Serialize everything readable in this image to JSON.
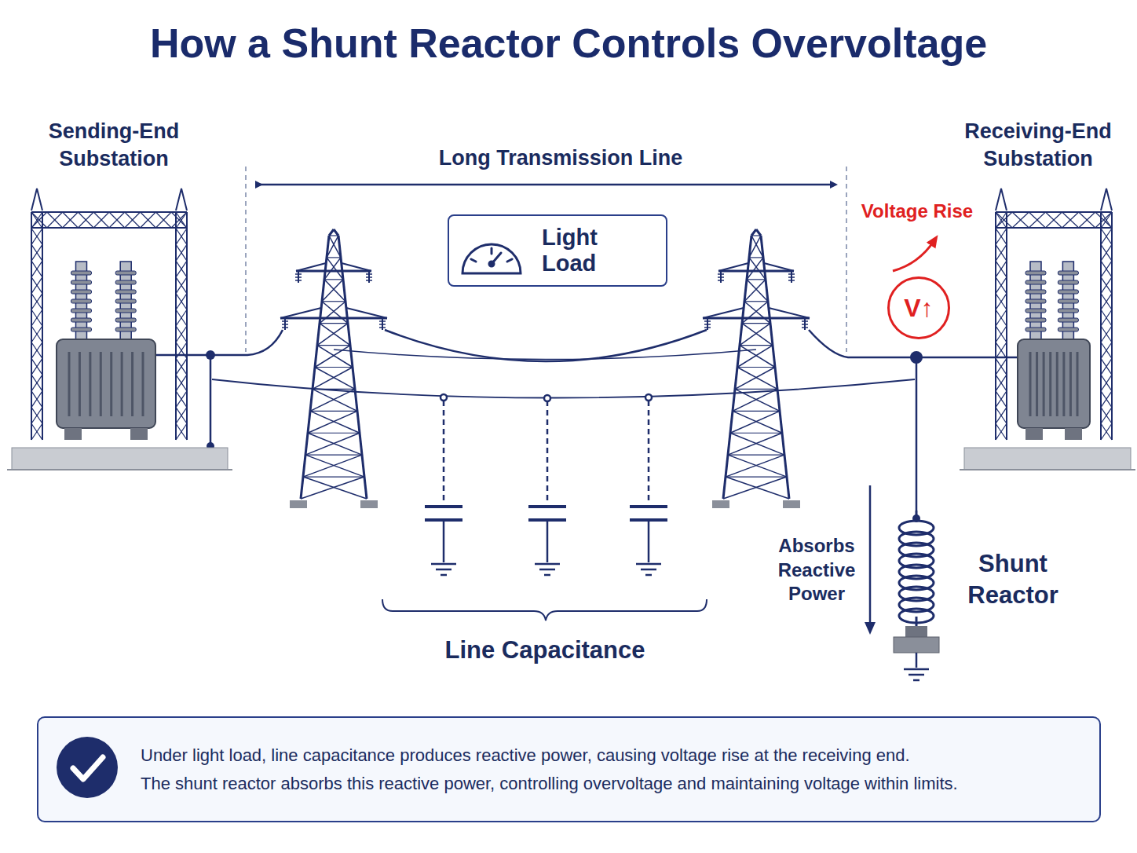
{
  "diagram": {
    "title": "How a Shunt Reactor Controls Overvoltage",
    "nodes": [
      {
        "text": [
          "Light Load"
        ]
      },
      {
        "text": [
          "V↑"
        ]
      },
      {
        "text": [
          "Under light load, line capacitance produces reactive power, causing voltage rise at the receiving end.",
          "The shunt reactor absorbs this reactive power, controlling overvoltage and maintaining voltage within limits."
        ]
      }
    ],
    "labels": [
      "Sending-End Substation",
      "Long Transmission Line",
      "Receiving-End Substation",
      "Voltage Rise",
      "Absorbs Reactive Power",
      "Shunt Reactor",
      "Line Capacitance"
    ]
  }
}
